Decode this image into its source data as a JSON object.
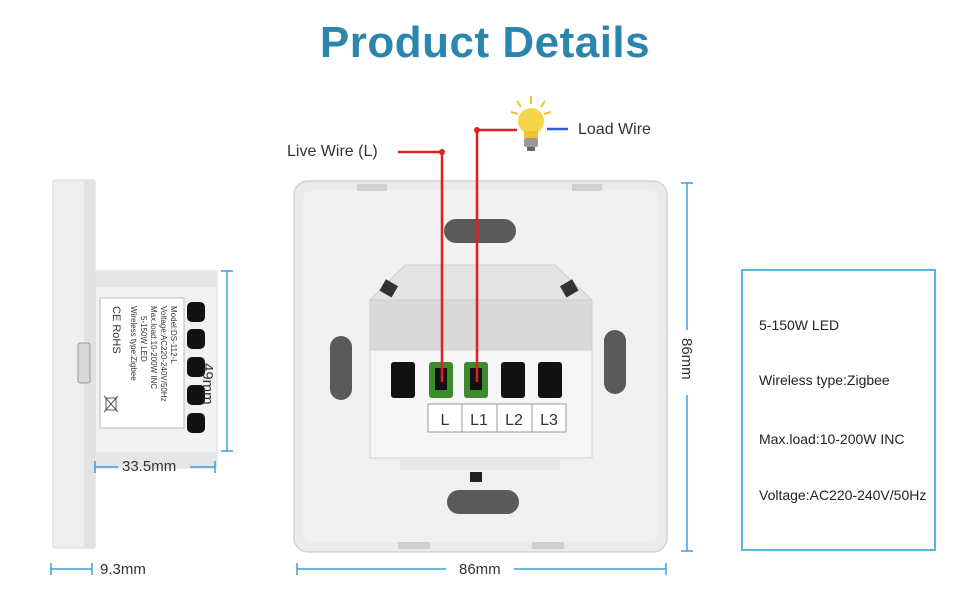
{
  "title": "Product Details",
  "colors": {
    "title": "#2a86ae",
    "dimension_line": "#3aa0d8",
    "live_wire": "#e02020",
    "load_wire_blue": "#2c5fd6",
    "spec_border": "#59b4e0",
    "terminal_green": "#3d8a2c",
    "panel": "#ececec"
  },
  "callouts": {
    "live_wire": "Live Wire (L)",
    "load_wire": "Load Wire"
  },
  "dimensions": {
    "depth_body": "33.5mm",
    "height_body": "49mm",
    "plate_thickness": "9.3mm",
    "width": "86mm",
    "height": "86mm"
  },
  "terminals": [
    "L",
    "L1",
    "L2",
    "L3"
  ],
  "side_label": {
    "cert": "CE RoHS",
    "lines": [
      "Model:DS-112-L",
      "Voltage:AC220-240V/50Hz",
      "Max.load:10-200W INC",
      "5-150W LED",
      "Wireless type:Zigbee"
    ]
  },
  "specs": {
    "led": "5-150W LED",
    "wireless": "Wireless type:Zigbee",
    "max_load": "Max.load:10-200W INC",
    "voltage": "Voltage:AC220-240V/50Hz"
  },
  "icons": {
    "bulb": "light-bulb-icon",
    "wheelie_bin": "wheelie-bin-icon"
  }
}
